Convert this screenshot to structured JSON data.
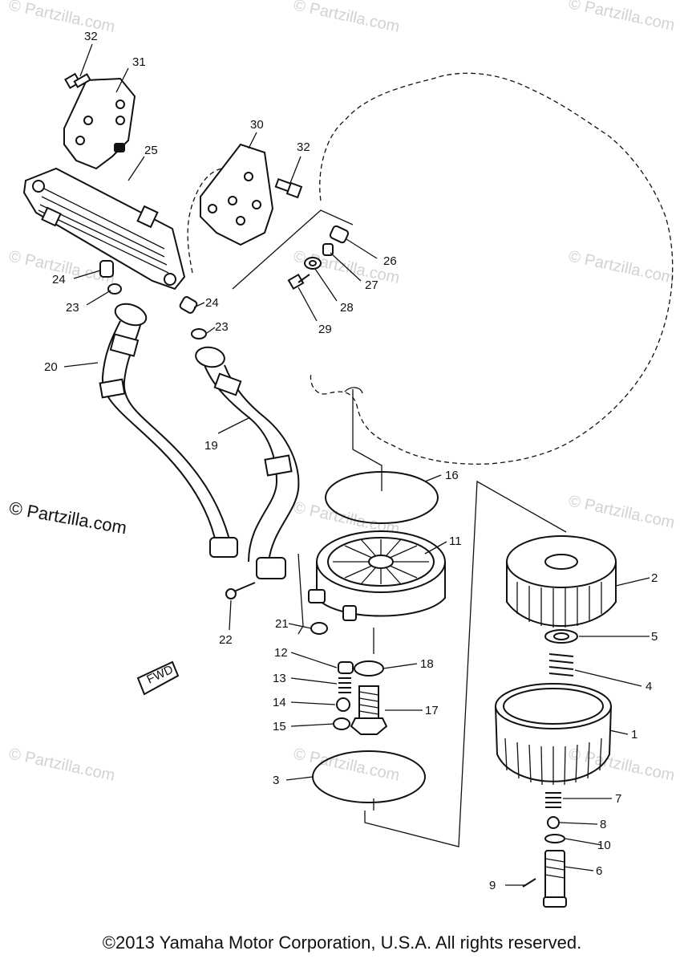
{
  "watermark": "© Partzilla.com",
  "side_watermark": "© Partzilla.com",
  "fwd_label": "FWD",
  "copyright": "©2013 Yamaha Motor Corporation, U.S.A. All rights reserved.",
  "callouts": {
    "c1": "1",
    "c2": "2",
    "c3": "3",
    "c4": "4",
    "c5": "5",
    "c6": "6",
    "c7": "7",
    "c8": "8",
    "c9": "9",
    "c10": "10",
    "c11": "11",
    "c12": "12",
    "c13": "13",
    "c14": "14",
    "c15": "15",
    "c16": "16",
    "c17": "17",
    "c18": "18",
    "c19": "19",
    "c20": "20",
    "c21": "21",
    "c22": "22",
    "c23a": "23",
    "c23b": "23",
    "c24a": "24",
    "c24b": "24",
    "c25": "25",
    "c26": "26",
    "c27": "27",
    "c28": "28",
    "c29": "29",
    "c30": "30",
    "c31": "31",
    "c32a": "32",
    "c32b": "32"
  }
}
